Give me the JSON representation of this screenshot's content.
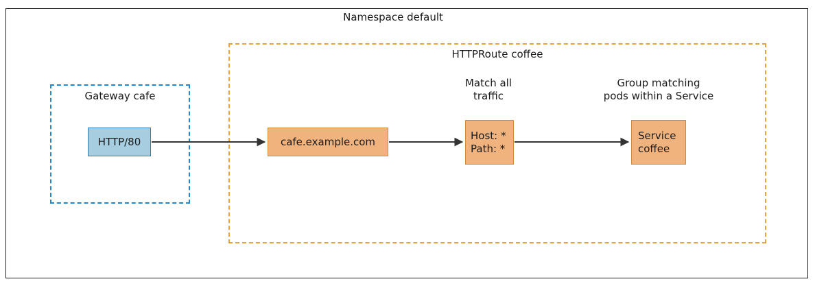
{
  "diagram": {
    "namespace": {
      "label": "Namespace default"
    },
    "gateway": {
      "label": "Gateway cafe",
      "listener_label": "HTTP/80"
    },
    "httproute": {
      "label": "HTTPRoute coffee",
      "hostname_label": "cafe.example.com",
      "match_annotation": "Match all\ntraffic",
      "match_label": "Host: *\nPath: *",
      "backend_annotation": "Group matching\npods within a Service",
      "backend_label": "Service\ncoffee"
    },
    "colors": {
      "namespace_border": "#1c1c1c",
      "gateway_dashed_border": "#1e88d2",
      "gateway_node_fill": "#a7cde0",
      "gateway_node_stroke": "#3579a8",
      "httproute_dashed_border": "#e8a33d",
      "httproute_node_fill": "#f0b37e",
      "httproute_node_stroke": "#cc8a3d",
      "arrow": "#333333"
    }
  }
}
